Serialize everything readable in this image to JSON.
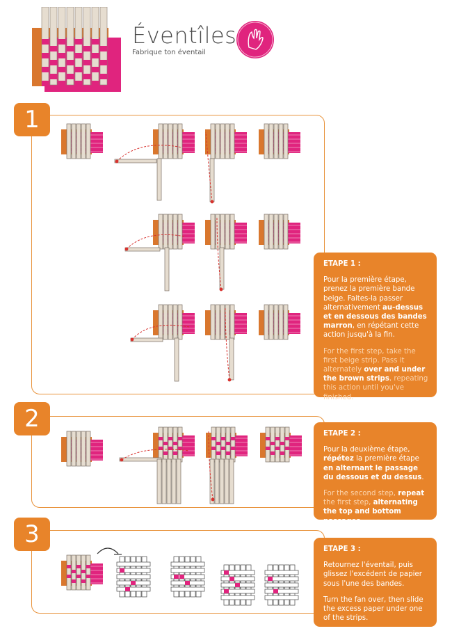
{
  "header": {
    "title": "Éventîles",
    "subtitle": "Fabrique ton éventail",
    "logo_text": "Fabrique ton éventail"
  },
  "steps": [
    {
      "number": "1",
      "heading": "ETAPE 1 :",
      "fr_before": "Pour la première étape, prenez la première bande beige. Faites-la passer alternativement ",
      "fr_bold": "au-dessus et en dessous des bandes marron",
      "fr_after": ", en répétant cette action jusqu'à la fin.",
      "en_before": "For the first step, take the first beige strip. Pass it alternately ",
      "en_bold": "over and under the brown strips",
      "en_after": ", repeating this action until you've finished."
    },
    {
      "number": "2",
      "heading": "ETAPE 2 :",
      "fr_before": "Pour la deuxième étape, ",
      "fr_bold1": "répétez",
      "fr_mid": " la première étape ",
      "fr_bold2": "en alternant le passage du dessous et du dessus",
      "fr_after": ".",
      "en_before": "For the second step, ",
      "en_bold1": "repeat",
      "en_mid": " the first step, ",
      "en_bold2": "alternating the top and bottom passages"
    },
    {
      "number": "3",
      "heading": "ETAPE 3 :",
      "fr": "Retournez l'éventail, puis glissez l'excédent de papier sous l'une des bandes.",
      "en": "Turn the fan over, then slide the excess paper under one of the strips."
    }
  ],
  "colors": {
    "orange": "#e8842a",
    "pink": "#e0247e",
    "brown": "#d9772e",
    "beige": "#e6ddd0",
    "text": "#4a4a4a"
  }
}
